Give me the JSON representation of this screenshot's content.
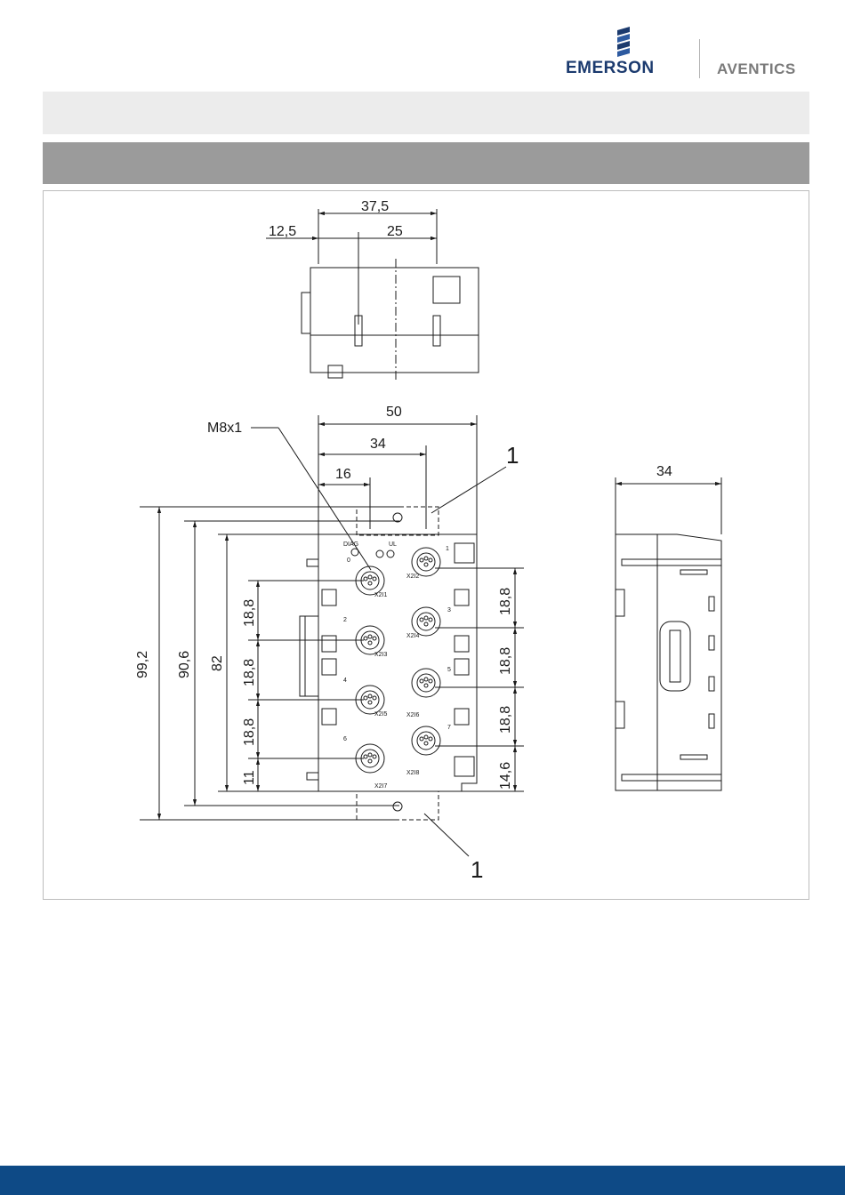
{
  "header": {
    "logo_primary": "EMERSON",
    "logo_secondary": "AVENTICS"
  },
  "drawing": {
    "top_view_dims": [
      "37,5",
      "12,5",
      "25"
    ],
    "front_view_dims": [
      "50",
      "34",
      "16"
    ],
    "thread_label": "M8x1",
    "callouts": [
      "1",
      "1"
    ],
    "height_dims": [
      "99,2",
      "90,6",
      "82"
    ],
    "left_pitch_dims": [
      "18,8",
      "18,8",
      "18,8",
      "11"
    ],
    "right_pitch_dims": [
      "18,8",
      "18,8",
      "18,8",
      "14,6"
    ],
    "side_view_dim": "34",
    "connector_labels": [
      "X2I1",
      "X2I2",
      "X2I3",
      "X2I4",
      "X2I5",
      "X2I6",
      "X2I7",
      "X2I8"
    ],
    "port_numbers": [
      "0",
      "1",
      "2",
      "3",
      "4",
      "5",
      "6",
      "7"
    ],
    "status_labels": [
      "DIAG",
      "UL"
    ]
  },
  "colors": {
    "brand_blue": "#0e4a86",
    "title_band": "#ececec",
    "section_band": "#9b9b9b"
  }
}
